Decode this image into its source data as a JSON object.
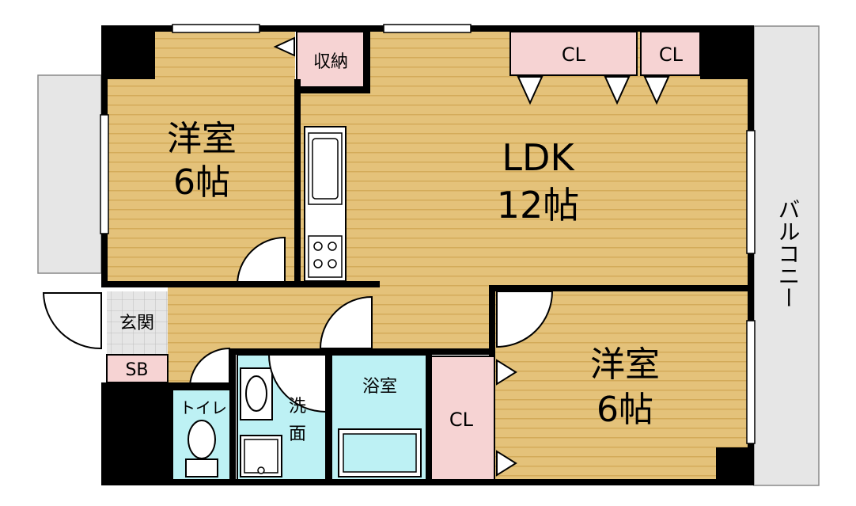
{
  "rooms": {
    "western_room_1": {
      "name": "洋室",
      "size": "6帖"
    },
    "ldk": {
      "name": "LDK",
      "size": "12帖"
    },
    "western_room_2": {
      "name": "洋室",
      "size": "6帖"
    },
    "storage": "収納",
    "closet_top_1": "CL",
    "closet_top_2": "CL",
    "closet_bottom": "CL",
    "entrance": "玄関",
    "shoe_box": "SB",
    "toilet": "トイレ",
    "washroom": "洗\n面",
    "washroom_line1": "洗",
    "washroom_line2": "面",
    "bathroom": "浴室",
    "balcony": "バルコニー"
  },
  "colors": {
    "wood_floor": "#e4c27a",
    "wood_stripe": "#d3ab5a",
    "closet": "#f6d3d3",
    "wet_area": "#bdf1f4",
    "tile": "#dcdcdc",
    "wall": "#000000",
    "balcony": "#e6e6e6"
  }
}
